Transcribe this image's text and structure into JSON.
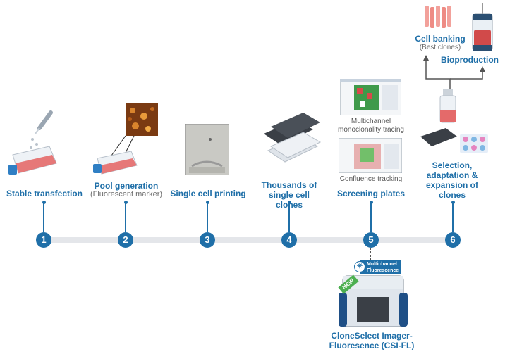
{
  "steps": [
    {
      "number": "1",
      "title": "Stable transfection",
      "subtitle": ""
    },
    {
      "number": "2",
      "title": "Pool generation",
      "subtitle": "(Fluorescent marker)"
    },
    {
      "number": "3",
      "title": "Single cell printing",
      "subtitle": ""
    },
    {
      "number": "4",
      "title": "Thousands of single cell clones",
      "subtitle": ""
    },
    {
      "number": "5",
      "title": "Screening plates",
      "subtitle": ""
    },
    {
      "number": "6",
      "title": "Selection, adaptation & expansion of clones",
      "subtitle": ""
    }
  ],
  "screening": {
    "note_top": "Multichannel monoclonality tracing",
    "note_bottom": "Confluence tracking"
  },
  "outcomes": {
    "banking_title": "Cell banking",
    "banking_sub": "(Best clones)",
    "bioproduction": "Bioproduction"
  },
  "instrument": {
    "name_line1": "CloneSelect Imager-",
    "name_line2": "Fluoresence (CSI-FL)",
    "badge_new": "NEW",
    "tag_line1": "Multichannel",
    "tag_line2": "Fluorescence"
  },
  "colors": {
    "accent": "#1f6fa8",
    "flask_liquid": "#e46a6a",
    "timeline": "#e4e6ea"
  }
}
